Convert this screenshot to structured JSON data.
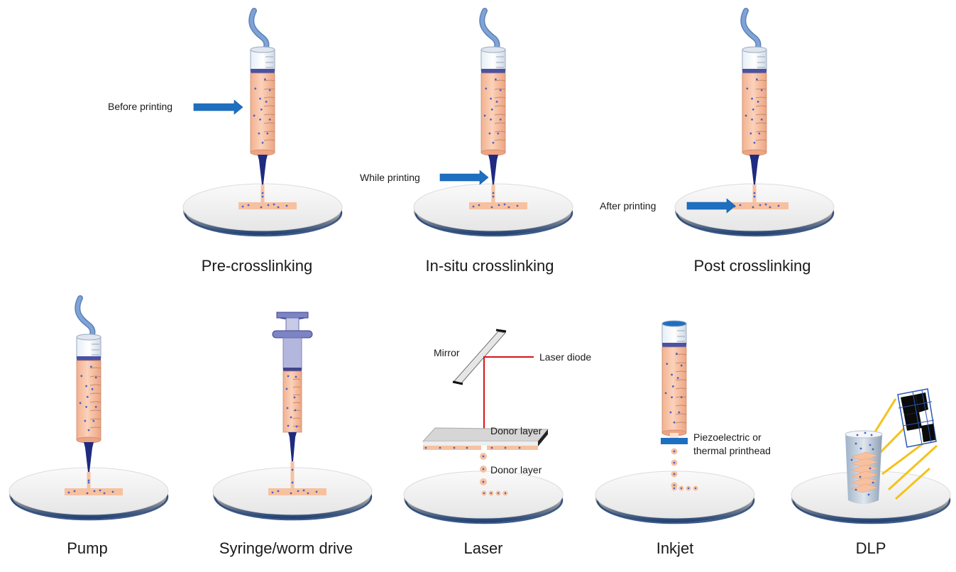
{
  "figure": {
    "row1": [
      {
        "id": "pre",
        "title": "Pre-crosslinking",
        "annotation": "Before printing",
        "top": "tube"
      },
      {
        "id": "insitu",
        "title": "In-situ crosslinking",
        "annotation": "While printing",
        "top": "tube"
      },
      {
        "id": "post",
        "title": "Post crosslinking",
        "annotation": "After printing",
        "top": "tube"
      }
    ],
    "row2": [
      {
        "id": "pump",
        "title": "Pump"
      },
      {
        "id": "syringe",
        "title": "Syringe/worm drive"
      },
      {
        "id": "laser",
        "title": "Laser",
        "labels": {
          "mirror": "Mirror",
          "diode": "Laser diode",
          "donor1": "Donor layer",
          "donor2": "Donor layer"
        }
      },
      {
        "id": "inkjet",
        "title": "Inkjet",
        "labels": {
          "printhead_line1": "Piezoelectric or",
          "printhead_line2": "thermal printhead"
        }
      },
      {
        "id": "dlp",
        "title": "DLP"
      }
    ],
    "colors": {
      "bioink": "#f7c1a0",
      "bioink_edge": "#f0a276",
      "cell_dot": "#4a63c9",
      "nozzle": "#1f2a80",
      "tube": "#7fa3d6",
      "arrow": "#1f6fc1",
      "plate_top": "#f2f2f2",
      "plate_edge": "#1b3d73",
      "laser": "#d7141a",
      "light_beam": "#f5c21b",
      "printhead": "#1f6fc1"
    }
  }
}
